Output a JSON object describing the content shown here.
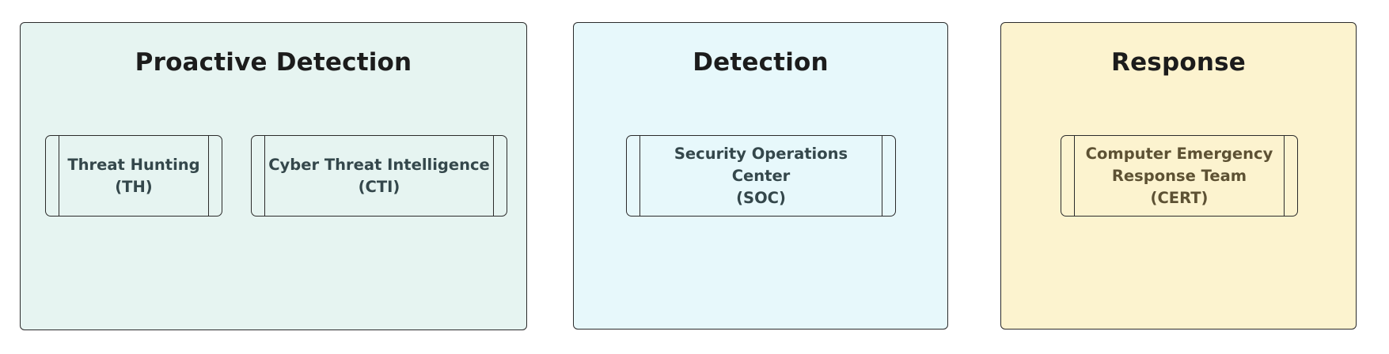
{
  "groups": [
    {
      "title": "Proactive Detection",
      "color": "#e6f4f1",
      "items": [
        {
          "label": "Threat Hunting\n(TH)"
        },
        {
          "label": "Cyber Threat Intelligence\n(CTI)"
        }
      ]
    },
    {
      "title": "Detection",
      "color": "#e7f8fb",
      "items": [
        {
          "label": "Security Operations Center\n(SOC)"
        }
      ]
    },
    {
      "title": "Response",
      "color": "#fcf3cf",
      "items": [
        {
          "label": "Computer Emergency\nResponse Team\n(CERT)"
        }
      ]
    }
  ]
}
